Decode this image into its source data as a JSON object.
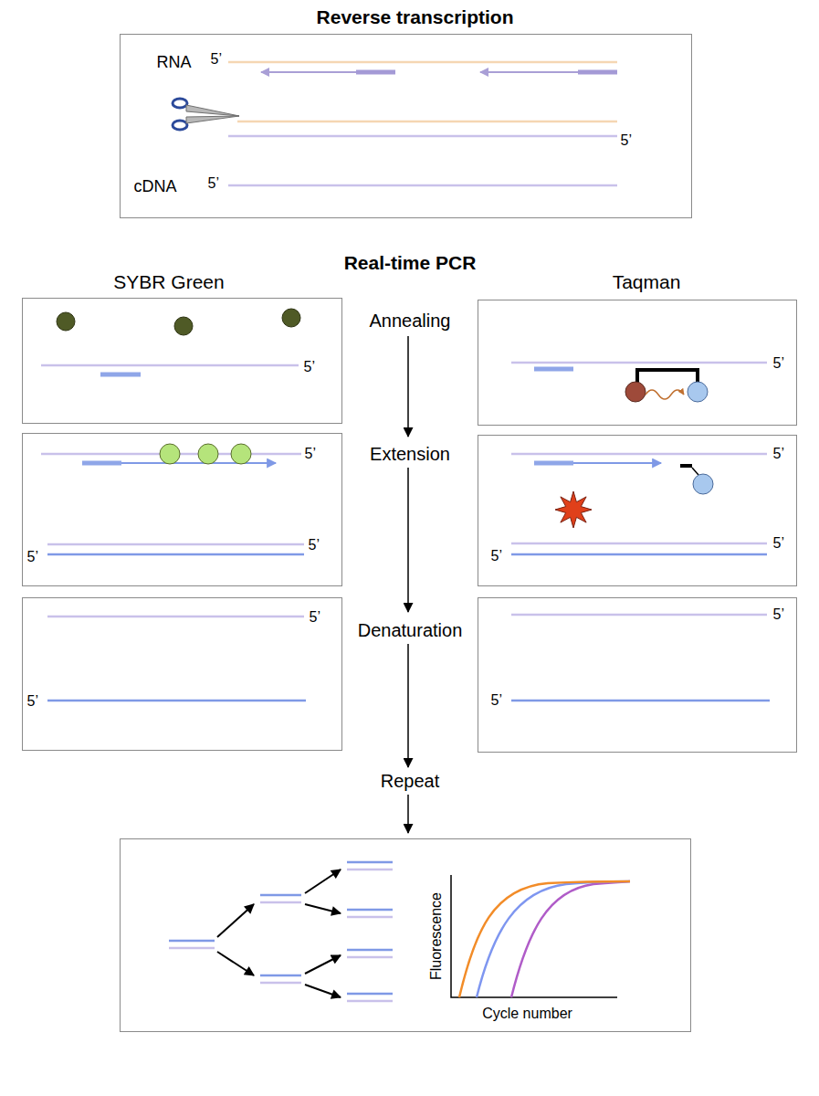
{
  "diagram": {
    "nodes": [
      {
        "text": [
          "Reverse transcription",
          "RNA",
          "5’",
          "5’",
          "cDNA",
          "5’"
        ]
      },
      {
        "text": [
          "5’"
        ]
      },
      {
        "text": [
          "5’"
        ]
      },
      {
        "text": [
          "5’",
          "5’",
          "5’"
        ]
      },
      {
        "text": [
          "5’",
          "5’",
          "5’"
        ]
      },
      {
        "text": [
          "5’",
          "5’"
        ]
      },
      {
        "text": [
          "5’",
          "5’"
        ]
      },
      {
        "text": [
          "Fluorescence",
          "Cycle number"
        ]
      }
    ],
    "labels": [
      "Real-time PCR",
      "SYBR Green",
      "Taqman",
      "Annealing",
      "Extension",
      "Denaturation",
      "Repeat"
    ]
  }
}
